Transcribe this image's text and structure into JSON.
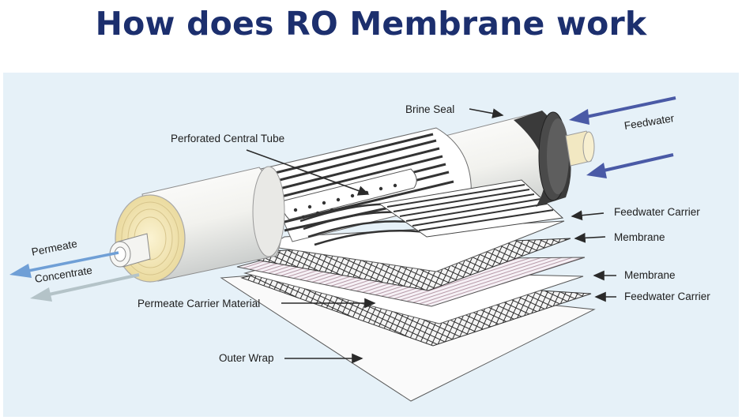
{
  "title": "How does RO Membrane work",
  "labels": {
    "brine_seal": "Brine Seal",
    "feedwater": "Feedwater",
    "perforated_central_tube": "Perforated Central Tube",
    "feedwater_carrier_top": "Feedwater Carrier",
    "membrane_top": "Membrane",
    "membrane_bottom": "Membrane",
    "feedwater_carrier_bottom": "Feedwater Carrier",
    "permeate": "Permeate",
    "concentrate": "Concentrate",
    "permeate_carrier_material": "Permeate Carrier Material",
    "outer_wrap": "Outer Wrap"
  },
  "colors": {
    "title": "#1c2f6e",
    "background": "#e6f1f8",
    "feedwater_arrow": "#4a5aa6",
    "permeate_arrow": "#6f9fd6",
    "concentrate_arrow": "#b4c3c8",
    "cylinder": "#f3f3ef",
    "end_cap": "#f1e4b5",
    "brine_seal": "#3a3a3a"
  }
}
